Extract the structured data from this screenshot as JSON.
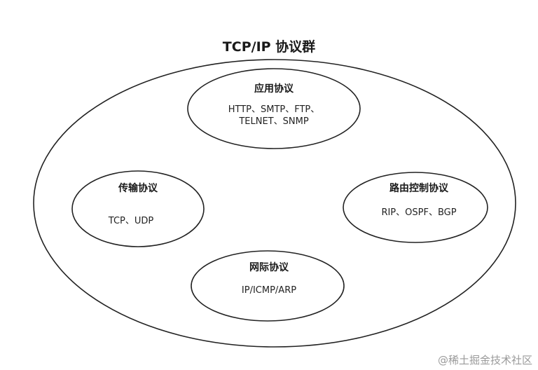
{
  "title": "TCP/IP 协议群",
  "application": {
    "heading": "应用协议",
    "protocols": "HTTP、SMTP、FTP、\nTELNET、SNMP"
  },
  "transport": {
    "heading": "传输协议",
    "protocols": "TCP、UDP"
  },
  "routing": {
    "heading": "路由控制协议",
    "protocols": "RIP、OSPF、BGP"
  },
  "internet": {
    "heading": "网际协议",
    "protocols": "IP/ICMP/ARP"
  },
  "watermark": "@稀土掘金技术社区",
  "colors": {
    "stroke": "#222222",
    "text": "#1a1a1a",
    "watermark": "#9a9a9a"
  }
}
